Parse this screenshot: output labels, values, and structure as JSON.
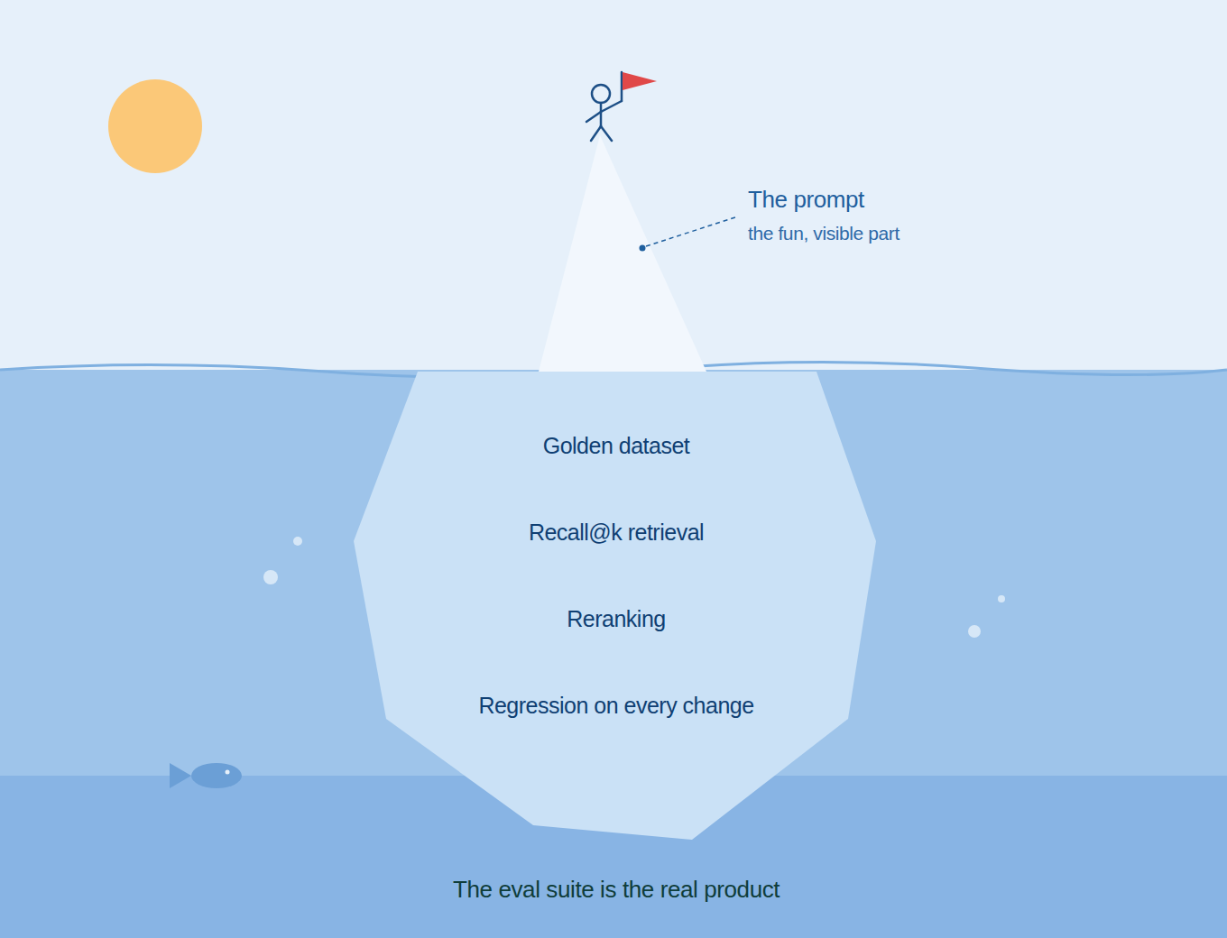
{
  "diagram": {
    "nodes": [
      {
        "text": [
          "Golden dataset",
          "Recall@k retrieval",
          "Reranking",
          "Regression on every change"
        ]
      }
    ],
    "labels": [
      "The prompt",
      "the fun, visible part",
      "The eval suite is the real product"
    ]
  }
}
